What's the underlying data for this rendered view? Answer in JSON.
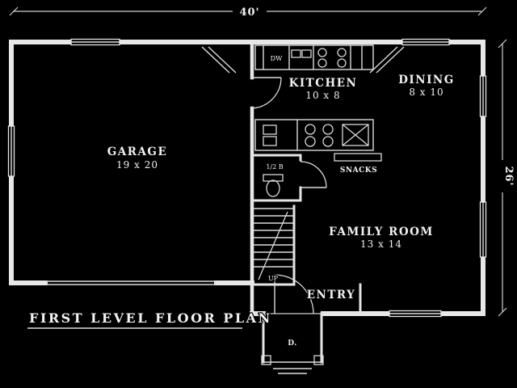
{
  "plan": {
    "title": "FIRST LEVEL FLOOR PLAN",
    "dim_width": "40'",
    "dim_height": "26'"
  },
  "rooms": {
    "garage_name": "GARAGE",
    "garage_size": "19 x 20",
    "kitchen_name": "KITCHEN",
    "kitchen_size": "10 x 8",
    "dining_name": "DINING",
    "dining_size": "8 x 10",
    "family_name": "FAMILY ROOM",
    "family_size": "13 x 14",
    "entry_name": "ENTRY",
    "half_bath": "1/2 B",
    "snack_bar": "SNACKS",
    "stairs_up": "UP",
    "porch_label": "D."
  },
  "fixtures": {
    "dishwasher": "DW"
  },
  "colors": {
    "background": "#000000",
    "line": "#e8e8e8"
  }
}
